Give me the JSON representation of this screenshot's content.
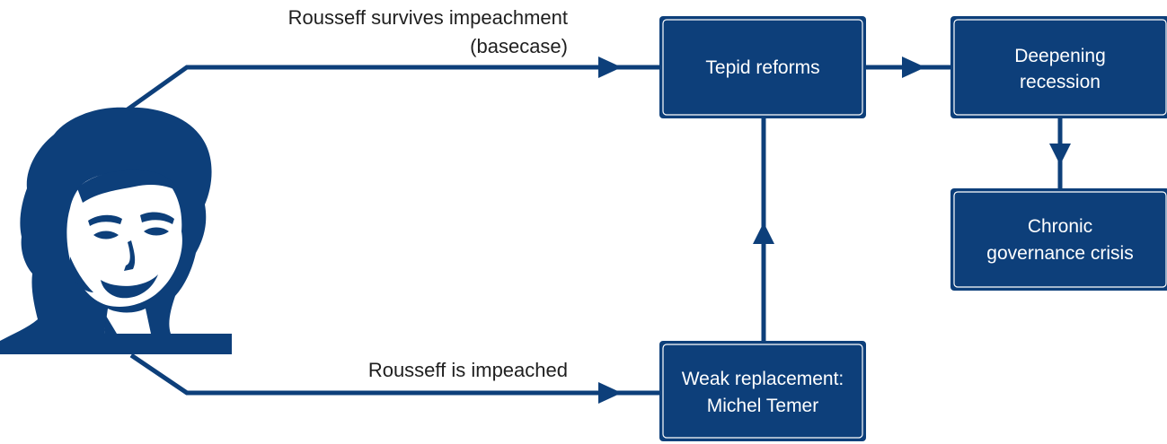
{
  "colors": {
    "primary": "#0d3f7a",
    "text": "#1f1f1f",
    "background": "#ffffff"
  },
  "portrait": {
    "icon": "portrait-silhouette-icon"
  },
  "edges": {
    "survives": {
      "line1": "Rousseff survives impeachment",
      "line2": "(basecase)"
    },
    "impeached": {
      "line1": "Rousseff is impeached"
    }
  },
  "nodes": {
    "tepid": {
      "line1": "Tepid reforms"
    },
    "recession": {
      "line1": "Deepening",
      "line2": "recession"
    },
    "crisis": {
      "line1": "Chronic",
      "line2": "governance crisis"
    },
    "replacement": {
      "line1": "Weak replacement:",
      "line2": "Michel Temer"
    }
  }
}
